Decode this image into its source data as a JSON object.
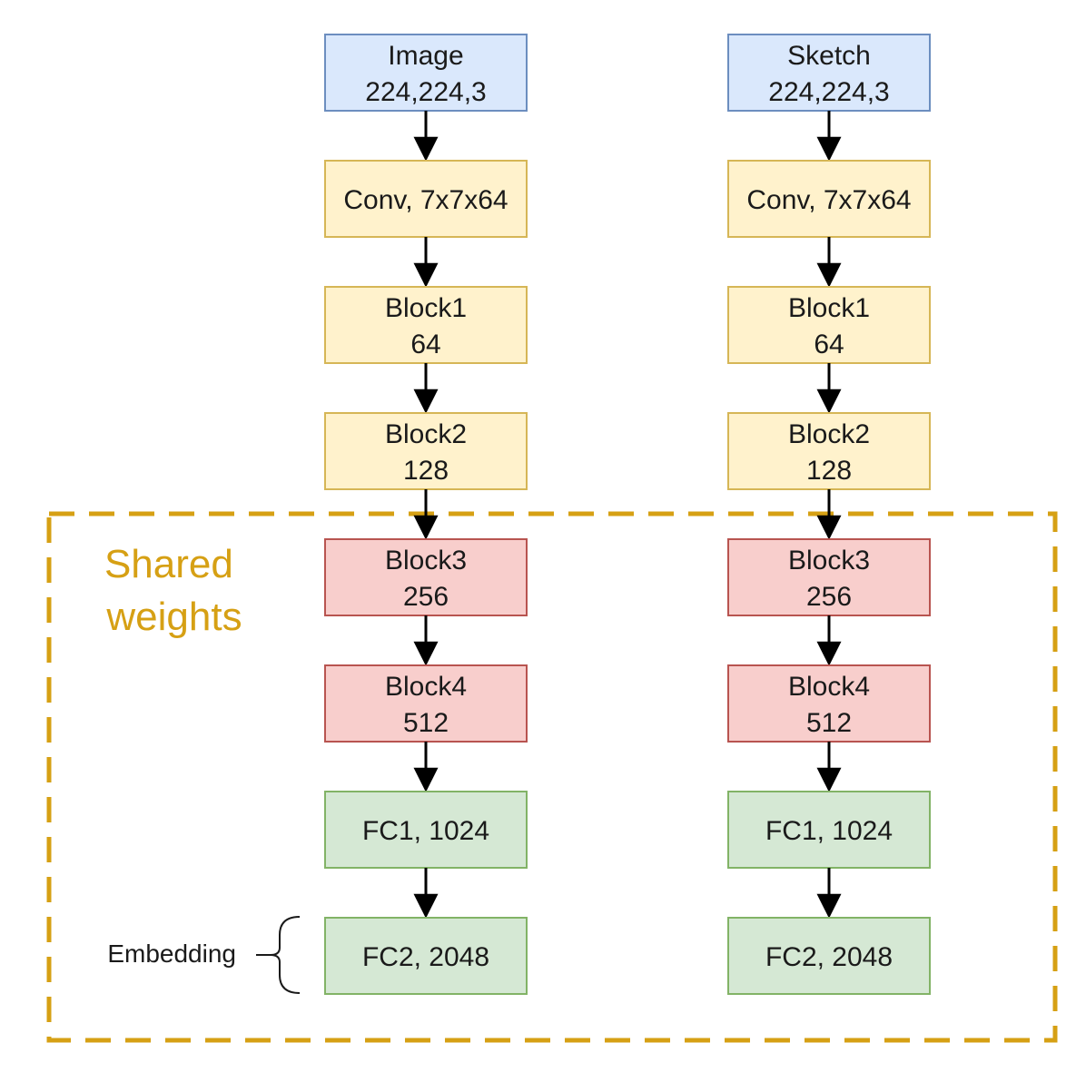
{
  "shared_region": {
    "label_lines": [
      "Shared",
      "weights"
    ],
    "color": "#D6A014"
  },
  "embedding": {
    "label": "Embedding"
  },
  "palette": {
    "blue": {
      "fill": "#DAE8FC",
      "stroke": "#6C8EBF"
    },
    "yellow": {
      "fill": "#FFF2CC",
      "stroke": "#D6B656"
    },
    "red": {
      "fill": "#F8CECC",
      "stroke": "#B85450"
    },
    "green": {
      "fill": "#D5E8D4",
      "stroke": "#82B366"
    },
    "arrow": "#000000",
    "text": "#1A1A1A"
  },
  "columns": [
    {
      "id": "image",
      "blocks": [
        {
          "lines": [
            "Image",
            "224,224,3"
          ],
          "color": "blue"
        },
        {
          "lines": [
            "Conv, 7x7x64"
          ],
          "color": "yellow"
        },
        {
          "lines": [
            "Block1",
            "64"
          ],
          "color": "yellow"
        },
        {
          "lines": [
            "Block2",
            "128"
          ],
          "color": "yellow"
        },
        {
          "lines": [
            "Block3",
            "256"
          ],
          "color": "red"
        },
        {
          "lines": [
            "Block4",
            "512"
          ],
          "color": "red"
        },
        {
          "lines": [
            "FC1, 1024"
          ],
          "color": "green"
        },
        {
          "lines": [
            "FC2, 2048"
          ],
          "color": "green"
        }
      ]
    },
    {
      "id": "sketch",
      "blocks": [
        {
          "lines": [
            "Sketch",
            "224,224,3"
          ],
          "color": "blue"
        },
        {
          "lines": [
            "Conv, 7x7x64"
          ],
          "color": "yellow"
        },
        {
          "lines": [
            "Block1",
            "64"
          ],
          "color": "yellow"
        },
        {
          "lines": [
            "Block2",
            "128"
          ],
          "color": "yellow"
        },
        {
          "lines": [
            "Block3",
            "256"
          ],
          "color": "red"
        },
        {
          "lines": [
            "Block4",
            "512"
          ],
          "color": "red"
        },
        {
          "lines": [
            "FC1, 1024"
          ],
          "color": "green"
        },
        {
          "lines": [
            "FC2, 2048"
          ],
          "color": "green"
        }
      ]
    }
  ]
}
